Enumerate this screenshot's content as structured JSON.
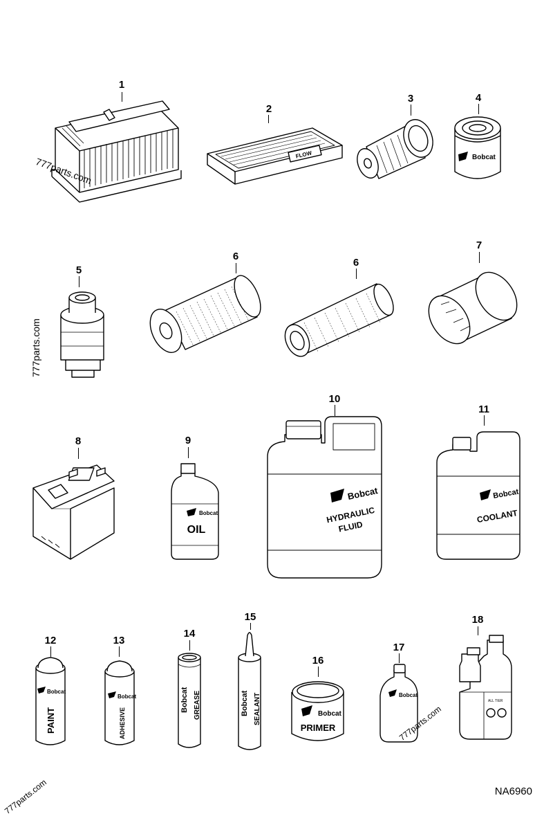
{
  "brand": "Bobcat",
  "diagram_code": "NA6960",
  "watermark": "777parts.com",
  "callouts": [
    "1",
    "2",
    "3",
    "4",
    "5",
    "6",
    "6",
    "7",
    "8",
    "9",
    "10",
    "11",
    "12",
    "13",
    "14",
    "15",
    "16",
    "17",
    "18"
  ],
  "labels": {
    "flow": "FLOW",
    "oil": "OIL",
    "hydraulic_1": "HYDRAULIC",
    "hydraulic_2": "FLUID",
    "coolant": "COOLANT",
    "paint": "PAINT",
    "adhesive": "ADHESIVE",
    "grease": "GREASE",
    "sealant": "SEALANT",
    "primer": "PRIMER",
    "all_tier": "ALL TIER"
  }
}
